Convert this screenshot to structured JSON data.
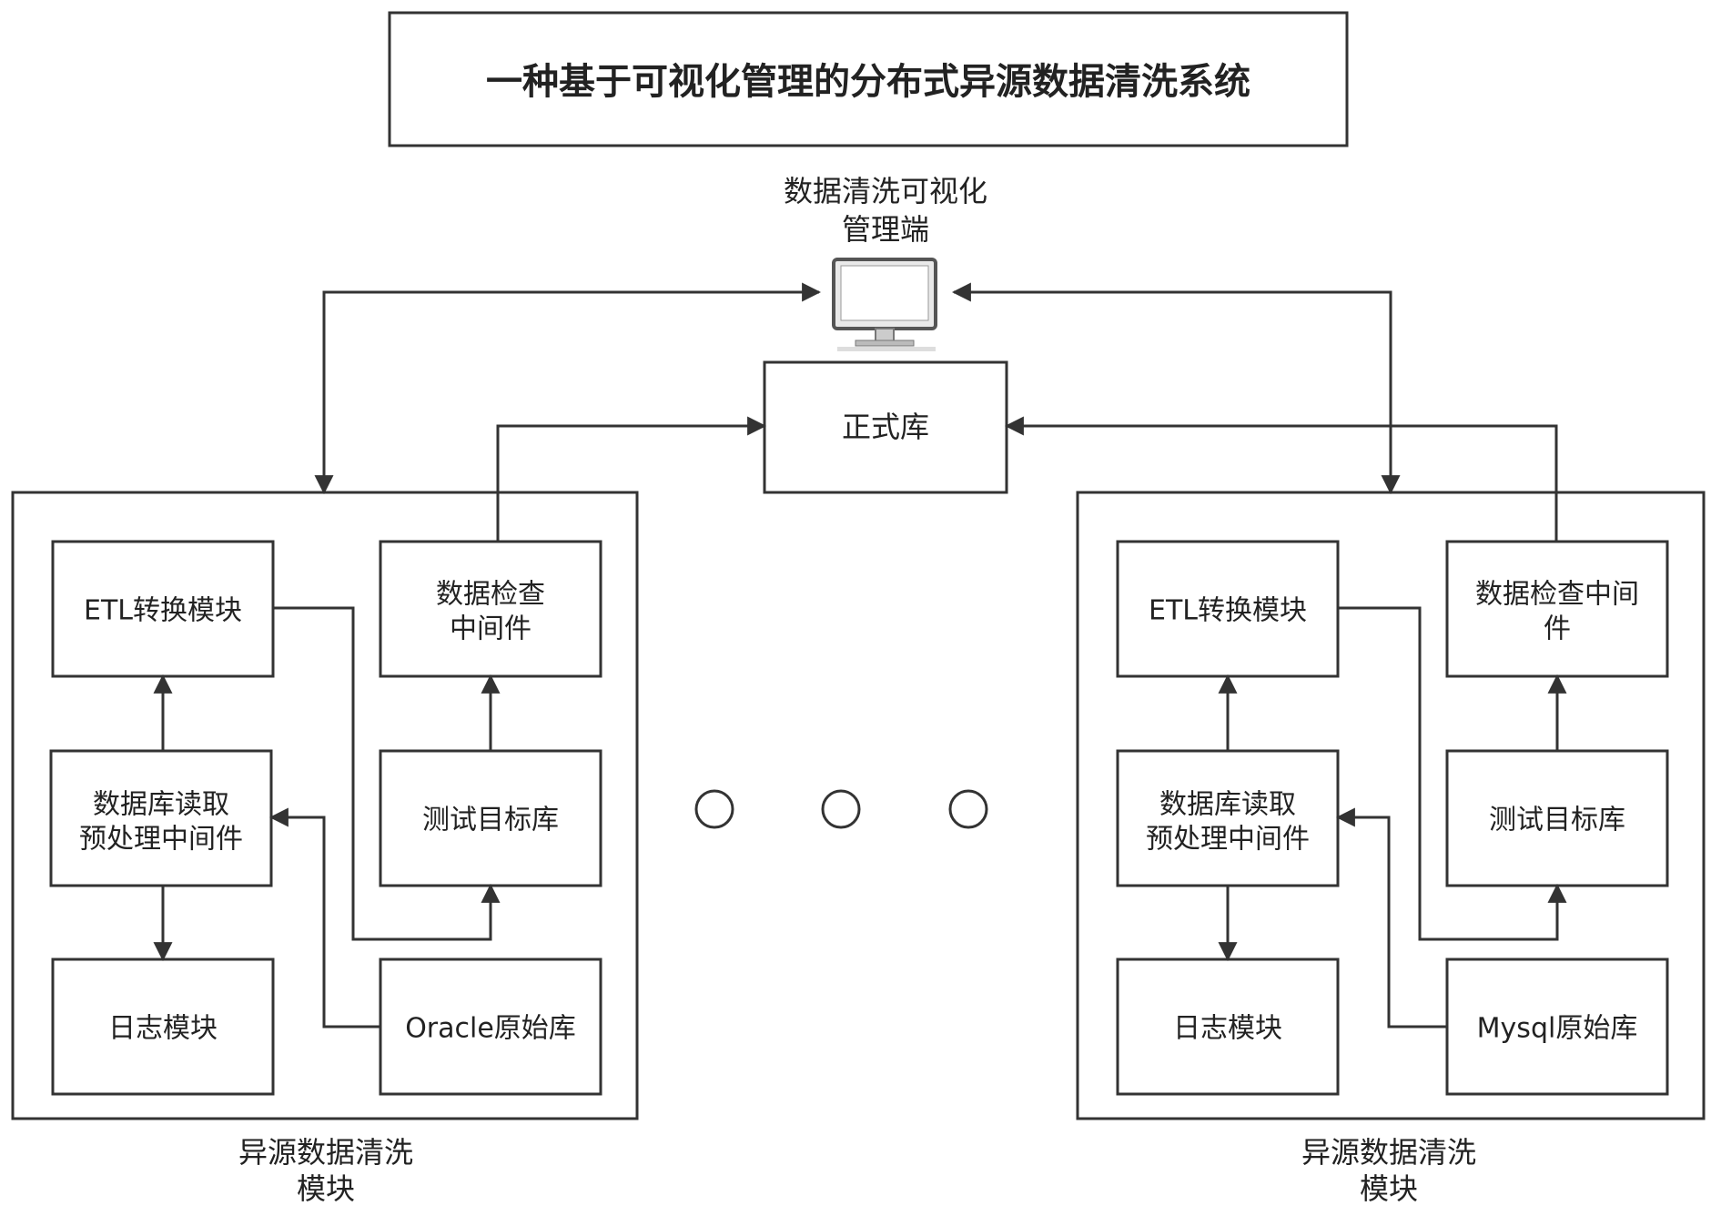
{
  "title": "一种基于可视化管理的分布式异源数据清洗系统",
  "admin": {
    "line1": "数据清洗可视化",
    "line2": "管理端",
    "icon": "computer-monitor-icon"
  },
  "formal_db": "正式库",
  "left_module": {
    "etl": "ETL转换模块",
    "check_line1": "数据检查",
    "check_line2": "中间件",
    "reader_line1": "数据库读取",
    "reader_line2": "预处理中间件",
    "test_db": "测试目标库",
    "log": "日志模块",
    "source_db": "Oracle原始库",
    "caption_line1": "异源数据清洗",
    "caption_line2": "模块"
  },
  "right_module": {
    "etl": "ETL转换模块",
    "check_line1": "数据检查中间",
    "check_line2": "件",
    "reader_line1": "数据库读取",
    "reader_line2": "预处理中间件",
    "test_db": "测试目标库",
    "log": "日志模块",
    "source_db": "Mysql原始库",
    "caption_line1": "异源数据清洗",
    "caption_line2": "模块"
  },
  "ellipsis_icon": "circle-icon"
}
